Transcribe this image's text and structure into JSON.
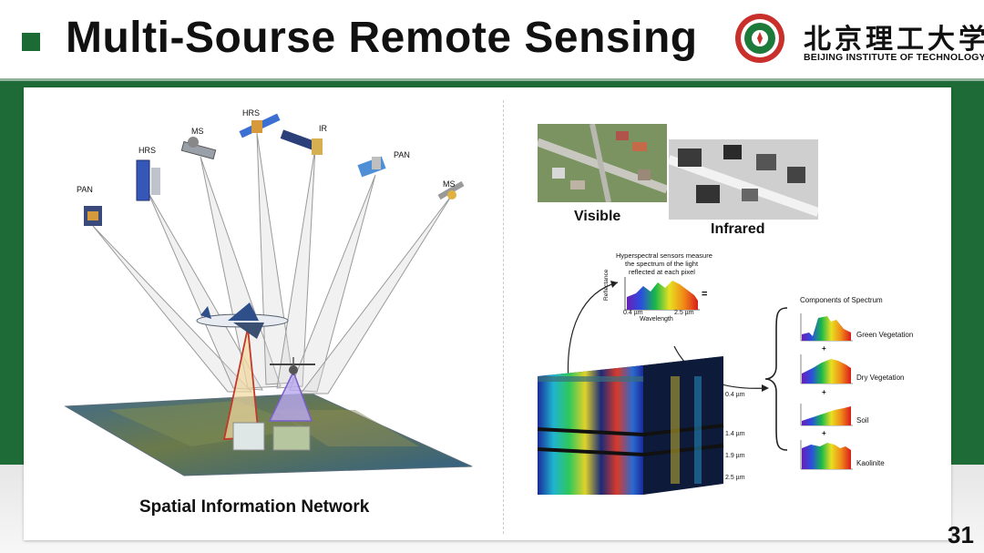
{
  "header": {
    "title": "Multi-Sourse Remote Sensing",
    "logo_cn": "北京理工大学",
    "logo_en": "BEIJING INSTITUTE OF TECHNOLOGY"
  },
  "left_figure": {
    "satellites": [
      "PAN",
      "HRS",
      "MS",
      "HRS",
      "IR",
      "PAN",
      "MS"
    ],
    "caption": "Spatial Information Network"
  },
  "right_figure": {
    "visible_label": "Visible",
    "infrared_label": "Infrared",
    "hyperspectral_note": [
      "Hyperspectral sensors measure",
      "the spectrum of the light",
      "reflected at each pixel"
    ],
    "reflectance_label": "Reflectance",
    "wavelength_label": "Wavelength",
    "wl_min": "0.4 µm",
    "wl_max": "2.5 µm",
    "equals": "=",
    "plus": "+",
    "components_title": "Components of Spectrum",
    "components": [
      "Green Vegetation",
      "Dry Vegetation",
      "Soil",
      "Kaolinite"
    ],
    "cube_ticks": [
      "0.4 µm",
      "1.4 µm",
      "1.9 µm",
      "2.5 µm"
    ]
  },
  "page_number": "31",
  "colors": {
    "brand_green": "#1f6b37",
    "accent_red": "#c0392b",
    "accent_purple": "#7b5fc9"
  }
}
